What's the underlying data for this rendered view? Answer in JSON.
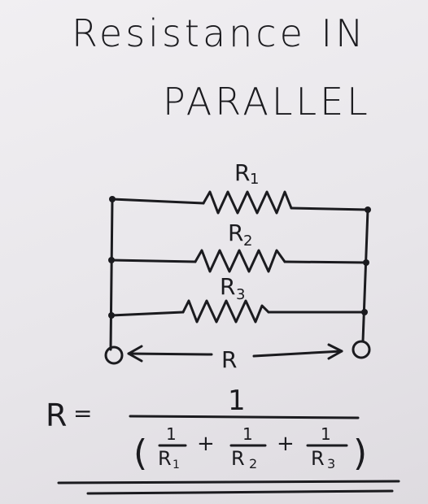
{
  "title": {
    "line1": "Resistance IN",
    "line2": "PARALLEL"
  },
  "resistors": [
    {
      "name": "R",
      "index": "1"
    },
    {
      "name": "R",
      "index": "2"
    },
    {
      "name": "R",
      "index": "3"
    }
  ],
  "total_label": "R",
  "formula": {
    "lhs": "R",
    "equals": "=",
    "numerator": "1",
    "open_paren": "(",
    "close_paren": ")",
    "plus": "+",
    "terms": [
      {
        "num": "1",
        "den": "R",
        "sub": "1"
      },
      {
        "num": "1",
        "den": "R",
        "sub": "2"
      },
      {
        "num": "1",
        "den": "R",
        "sub": "3"
      }
    ]
  }
}
